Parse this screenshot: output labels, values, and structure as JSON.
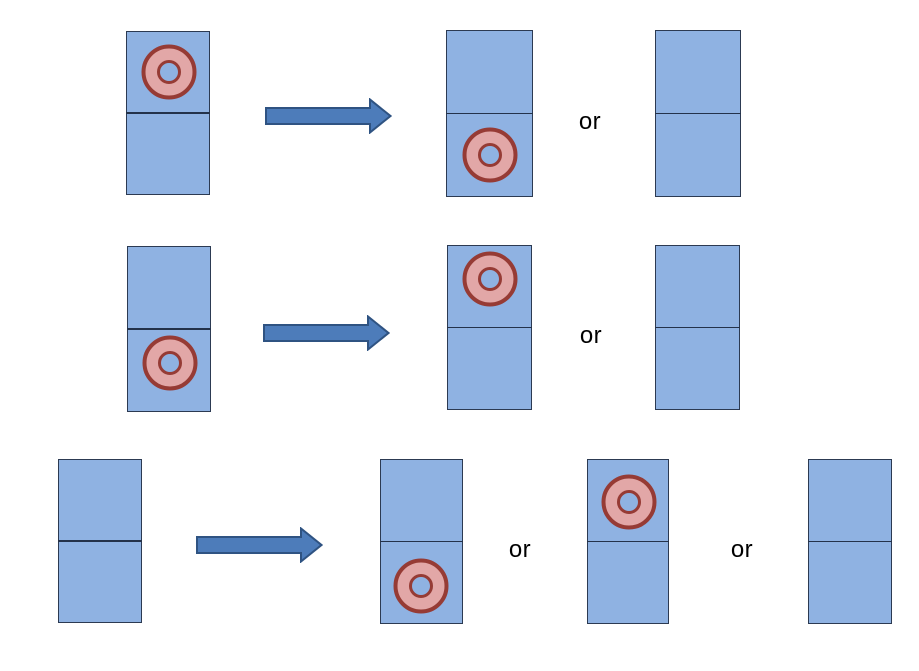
{
  "labels": {
    "or": "or"
  },
  "colors": {
    "background": "#ffffff",
    "box_fill": "#8fb2e2",
    "box_border": "#2c3a52",
    "cell_divider": "#24324a",
    "donut_ring_fill": "#e2a7a7",
    "donut_stroke": "#963b35",
    "arrow_fill": "#4d7cba",
    "arrow_border": "#2f5382",
    "text": "#000000"
  },
  "diagram": {
    "rows": [
      {
        "initial_box": {
          "cells": 2,
          "particle_cell": "top"
        },
        "arrow": "right-arrow",
        "outcome_boxes": [
          {
            "cells": 2,
            "particle_cell": "bottom"
          },
          {
            "cells": 2,
            "particle_cell": "none"
          }
        ],
        "separators": [
          "or"
        ]
      },
      {
        "initial_box": {
          "cells": 2,
          "particle_cell": "bottom"
        },
        "arrow": "right-arrow",
        "outcome_boxes": [
          {
            "cells": 2,
            "particle_cell": "top"
          },
          {
            "cells": 2,
            "particle_cell": "none"
          }
        ],
        "separators": [
          "or"
        ]
      },
      {
        "initial_box": {
          "cells": 2,
          "particle_cell": "none"
        },
        "arrow": "right-arrow",
        "outcome_boxes": [
          {
            "cells": 2,
            "particle_cell": "bottom"
          },
          {
            "cells": 2,
            "particle_cell": "top"
          },
          {
            "cells": 2,
            "particle_cell": "none"
          }
        ],
        "separators": [
          "or",
          "or"
        ]
      }
    ]
  }
}
